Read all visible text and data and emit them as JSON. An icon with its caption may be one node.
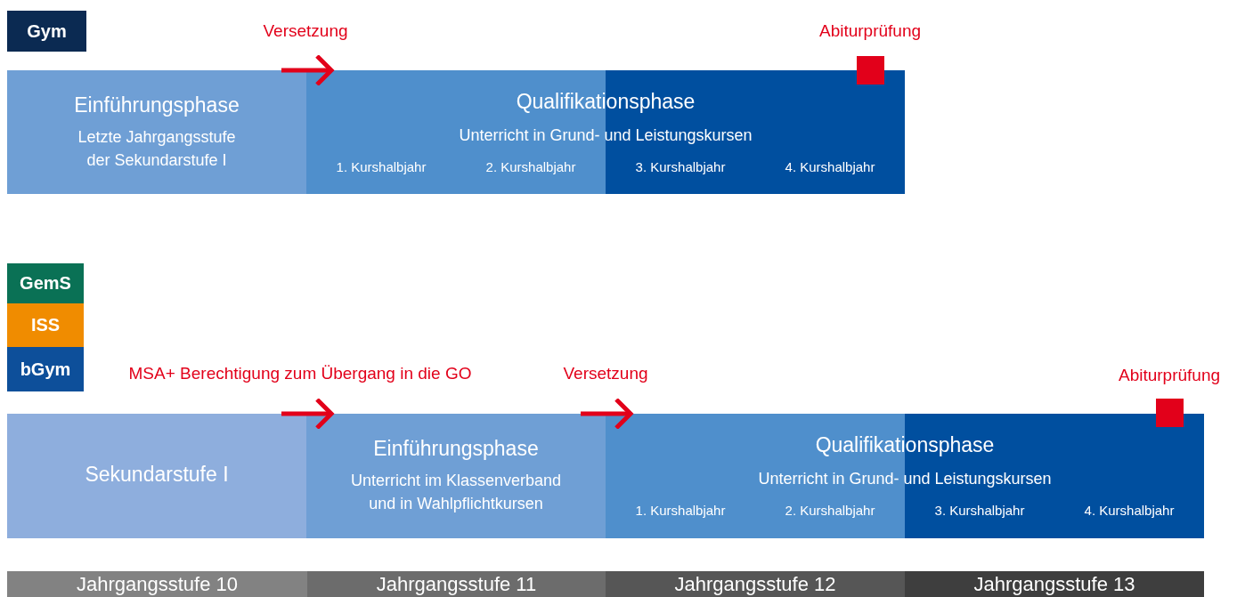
{
  "diagram": {
    "nodes": [
      {
        "text": [
          "Gym"
        ]
      },
      {
        "text": [
          "Einführungsphase",
          "Letzte Jahrgangsstufe der Sekundarstufe I"
        ]
      },
      {
        "text": [
          "Qualifikationsphase",
          "Unterricht in Grund- und Leistungskursen",
          "1. Kurshalbjahr",
          "2. Kurshalbjahr",
          "3. Kurshalbjahr",
          "4. Kurshalbjahr"
        ]
      },
      {
        "text": [
          "GemS"
        ]
      },
      {
        "text": [
          "ISS"
        ]
      },
      {
        "text": [
          "bGym"
        ]
      },
      {
        "text": [
          "Sekundarstufe I"
        ]
      },
      {
        "text": [
          "Einführungsphase",
          "Unterricht im Klassenverband und in Wahlpflichtkursen"
        ]
      },
      {
        "text": [
          "Qualifikationsphase",
          "Unterricht in Grund- und Leistungskursen",
          "1. Kurshalbjahr",
          "2. Kurshalbjahr",
          "3. Kurshalbjahr",
          "4. Kurshalbjahr"
        ]
      },
      {
        "text": [
          "Jahrgangsstufe 10"
        ]
      },
      {
        "text": [
          "Jahrgangsstufe 11"
        ]
      },
      {
        "text": [
          "Jahrgangsstufe 12"
        ]
      },
      {
        "text": [
          "Jahrgangsstufe 13"
        ]
      }
    ],
    "edges": [
      {
        "from": 1,
        "to": 2,
        "arrow": "to",
        "label": "Versetzung"
      },
      {
        "from": 6,
        "to": 7,
        "arrow": "to",
        "label": "MSA+ Berechtigung zum Übergang in die GO"
      },
      {
        "from": 7,
        "to": 8,
        "arrow": "to",
        "label": "Versetzung"
      }
    ],
    "labels": [
      "Abiturprüfung",
      "Abiturprüfung"
    ]
  }
}
